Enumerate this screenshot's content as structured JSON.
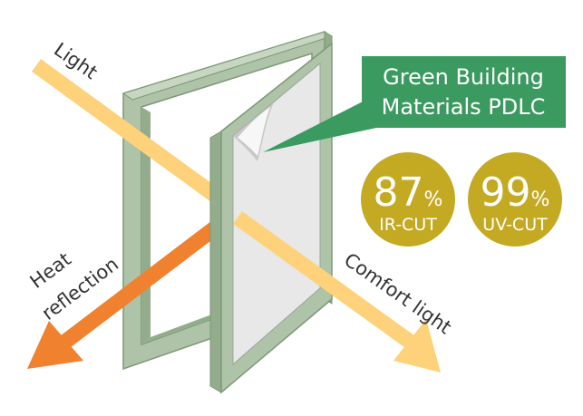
{
  "labels": {
    "light": "Light",
    "heat_line1": "Heat",
    "heat_line2": "reflection",
    "comfort": "Comfort light"
  },
  "callout": {
    "line1": "Green Building",
    "line2": "Materials PDLC"
  },
  "badges": [
    {
      "value": "87",
      "unit": "%",
      "sub": "IR-CUT"
    },
    {
      "value": "99",
      "unit": "%",
      "sub": "UV-CUT"
    }
  ],
  "colors": {
    "frame_front": "#aec3a8",
    "frame_side": "#93ad8c",
    "frame_stroke": "#7c9876",
    "glass": "#e8e8e8",
    "light_ray": "#fdd27a",
    "heat_ray": "#f0812e",
    "callout_bg": "#3b9a5f",
    "badge_bg": "#c4a923"
  }
}
